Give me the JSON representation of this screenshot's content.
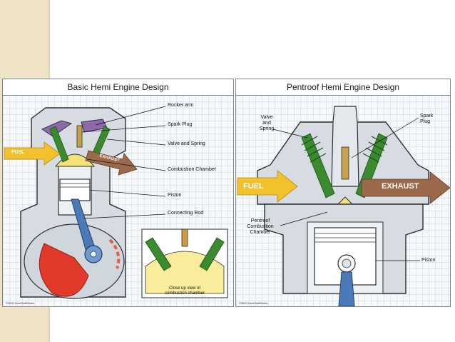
{
  "left_diagram": {
    "title": "Basic Hemi Engine Design",
    "callouts": {
      "rocker_arm": "Rocker arm",
      "spark_plug": "Spark Plug",
      "valve_spring": "Valve and Spring",
      "combustion_chamber": "Combustion Chamber",
      "piston": "Piston",
      "connecting_rod": "Connecting Rod"
    },
    "fuel_label": "FUEL",
    "exhaust_label": "EXHAUST",
    "inset_caption": "Close up view of\ncombustion chamber",
    "credit": "©2003 HowStuffWorks"
  },
  "right_diagram": {
    "title": "Pentroof Hemi Engine Design",
    "callouts": {
      "valve_spring": "Valve\nand\nSpring",
      "spark_plug": "Spark\nPlug",
      "pentroof_chamber": "Pentroof\nCombustion\nChamber",
      "piston": "Piston"
    },
    "fuel_label": "FUEL",
    "exhaust_label": "EXHAUST",
    "credit": "©2003 HowStuffWorks"
  },
  "colors": {
    "side_strip": "#efe4c8",
    "fuel_arrow": "#f3c12c",
    "exhaust_arrow": "#9c6a4a",
    "valve_green": "#3a8a2e",
    "rocker_purple": "#8a6aa8",
    "crank_red": "#e23a2a",
    "rod_blue": "#4a7ab8",
    "engine_gray": "#d0d6dc"
  }
}
